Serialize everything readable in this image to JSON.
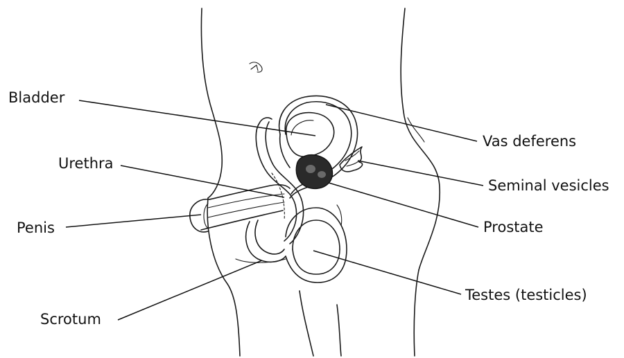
{
  "diagram": {
    "labels": {
      "bladder": "Bladder",
      "urethra": "Urethra",
      "penis": "Penis",
      "scrotum": "Scrotum",
      "vas_deferens": "Vas deferens",
      "seminal_vesicles": "Seminal vesicles",
      "prostate": "Prostate",
      "testes": "Testes (testicles)"
    },
    "colors": {
      "line": "#111111",
      "background": "#ffffff"
    }
  }
}
